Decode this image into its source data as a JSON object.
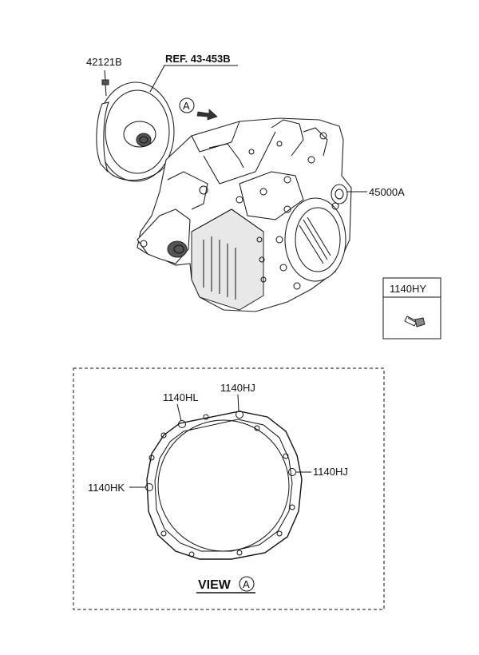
{
  "labels": {
    "torque_converter_bolt": "42121B",
    "reference": "REF. 43-453B",
    "view_marker": "A",
    "transaxle_assy": "45000A",
    "bolt_box_title": "1140HY",
    "gasket_bolt_top_left": "1140HL",
    "gasket_bolt_top": "1140HJ",
    "gasket_bolt_right": "1140HJ",
    "gasket_bolt_left": "1140HK",
    "view_title": "VIEW",
    "view_circle": "A"
  }
}
